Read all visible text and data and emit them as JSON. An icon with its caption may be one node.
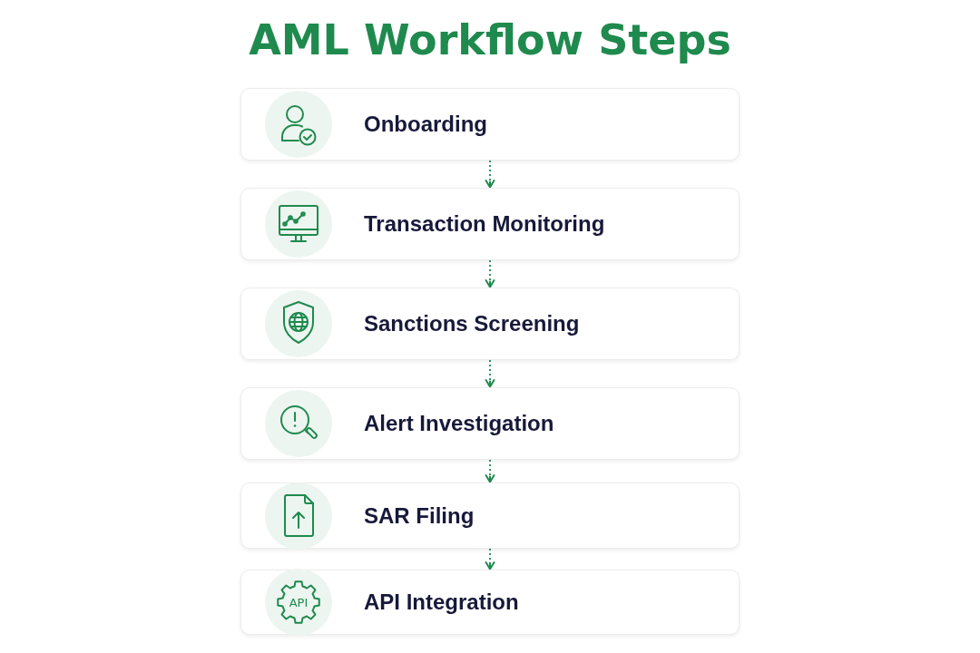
{
  "diagram": {
    "title": "AML Workflow Steps",
    "nodes": [
      {
        "text": [
          "Onboarding"
        ]
      },
      {
        "text": [
          "Transaction Monitoring"
        ]
      },
      {
        "text": [
          "Sanctions Screening"
        ]
      },
      {
        "text": [
          "Alert Investigation"
        ]
      },
      {
        "text": [
          "SAR Filing"
        ]
      },
      {
        "text": [
          "API Integration"
        ]
      }
    ],
    "edges": [
      {
        "from": 0,
        "to": 1,
        "arrow": "to",
        "style": "dashed"
      },
      {
        "from": 1,
        "to": 2,
        "arrow": "to",
        "style": "dashed"
      },
      {
        "from": 2,
        "to": 3,
        "arrow": "to",
        "style": "dashed"
      },
      {
        "from": 3,
        "to": 4,
        "arrow": "to",
        "style": "dashed"
      },
      {
        "from": 4,
        "to": 5,
        "arrow": "to",
        "style": "dashed"
      }
    ],
    "labels": [
      "API"
    ]
  }
}
